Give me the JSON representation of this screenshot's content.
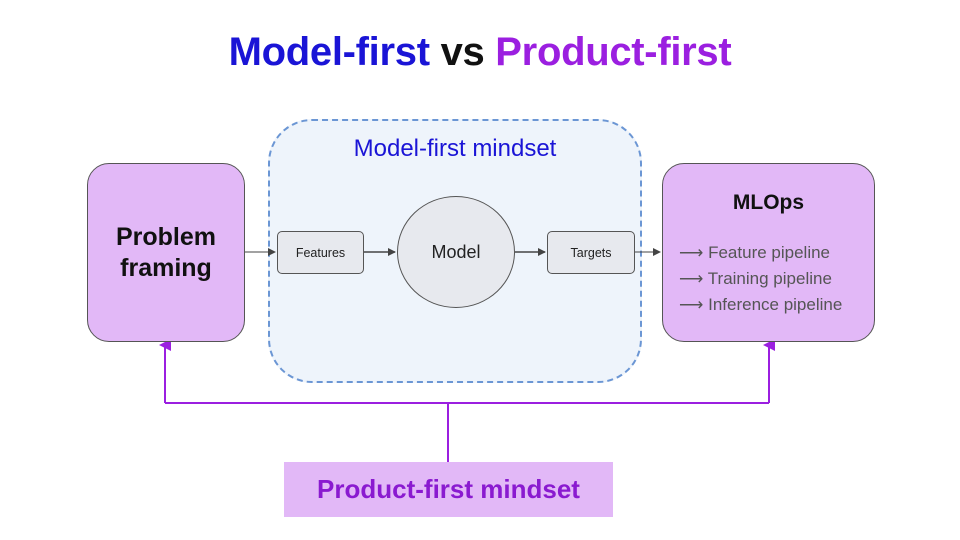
{
  "title": {
    "part1": "Model-first",
    "part2": "vs",
    "part3": "Product-first"
  },
  "model_mindset": {
    "label": "Model-first mindset"
  },
  "problem": {
    "line1": "Problem",
    "line2": "framing"
  },
  "features": {
    "label": "Features"
  },
  "model": {
    "label": "Model"
  },
  "targets": {
    "label": "Targets"
  },
  "mlops": {
    "title": "MLOps",
    "items": [
      "⟶ Feature pipeline",
      "⟶ Training pipeline",
      "⟶ Inference pipeline"
    ]
  },
  "product_mindset": {
    "label": "Product-first mindset"
  },
  "colors": {
    "blue_text": "#1a14d6",
    "purple_text": "#9b1fe0",
    "purple_fill": "#e2b8f7",
    "purple_line": "#9b1fe0",
    "dashed_border": "#6b96d4",
    "mindset_fill": "#eef4fb",
    "gray_box": "#e7e9ee"
  }
}
